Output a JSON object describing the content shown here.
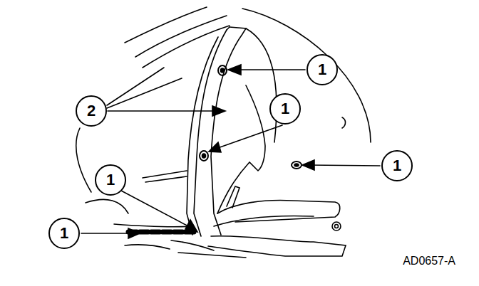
{
  "diagram": {
    "nodes": [
      {
        "text": [
          "1"
        ]
      },
      {
        "text": [
          "2"
        ]
      },
      {
        "text": [
          "1"
        ]
      },
      {
        "text": [
          "1"
        ]
      },
      {
        "text": [
          "1"
        ]
      },
      {
        "text": [
          "1"
        ]
      }
    ],
    "labels": [
      "AD0657-A"
    ]
  }
}
